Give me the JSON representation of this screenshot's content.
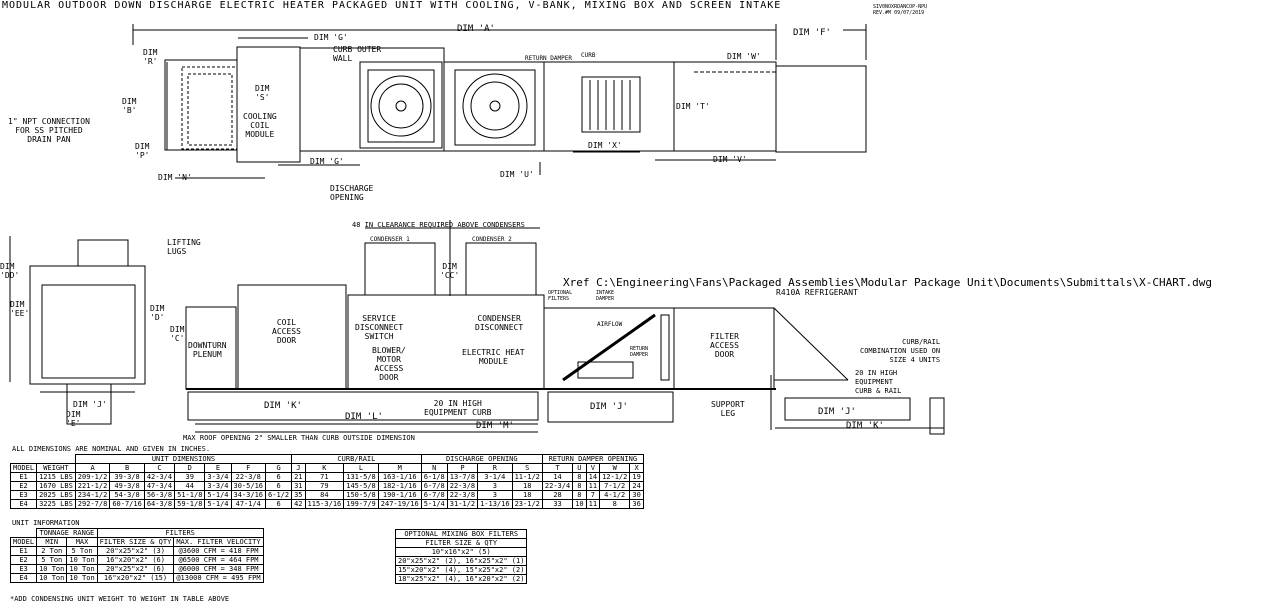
{
  "title": "MODULAR OUTDOOR DOWN DISCHARGE ELECTRIC HEATER PACKAGED UNIT WITH COOLING, V-BANK, MIXING BOX AND SCREEN INTAKE",
  "ref": {
    "line1": "SIV0NOXRDANCOP-NPU",
    "line2": "REV.#M   09/07/2019"
  },
  "top_view": {
    "dim_a": "DIM 'A'",
    "dim_f": "DIM 'F'",
    "dim_g": "DIM 'G'",
    "dim_r": "DIM\n'R'",
    "dim_b": "DIM\n'B'",
    "dim_p": "DIM\n'P'",
    "dim_s": "DIM\n'S'",
    "dim_n": "DIM 'N'",
    "dim_g2": "DIM 'G'",
    "dim_u": "DIM 'U'",
    "dim_t": "DIM 'T'",
    "dim_w": "DIM 'W'",
    "dim_x": "DIM 'X'",
    "dim_v": "DIM 'V'",
    "curb_outer": "CURB OUTER\nWALL",
    "npt": "1\" NPT CONNECTION\nFOR SS PITCHED\nDRAIN PAN",
    "coil_module": "COOLING\nCOIL\nMODULE",
    "discharge": "DISCHARGE\nOPENING",
    "return_damper": "RETURN DAMPER",
    "curb": "CURB"
  },
  "side_view": {
    "clearance": "48 IN CLEARANCE REQUIRED ABOVE CONDENSERS",
    "condenser1": "CONDENSER 1",
    "condenser2": "CONDENSER 2",
    "dim_cc": "DIM\n'CC'",
    "dim_dd": "DIM\n'DD'",
    "dim_ee": "DIM\n'EE'",
    "dim_d": "DIM\n'D'",
    "dim_c": "DIM\n'C'",
    "dim_j": "DIM 'J'",
    "dim_e": "DIM\n'E'",
    "dim_k": "DIM 'K'",
    "dim_l": "DIM 'L'",
    "dim_m": "DIM 'M'",
    "dim_j2": "DIM 'J'",
    "lifting": "LIFTING\nLUGS",
    "downturn": "DOWNTURN\nPLENUM",
    "coil_access": "COIL\nACCESS\nDOOR",
    "service": "SERVICE\nDISCONNECT\nSWITCH",
    "blower": "BLOWER/\nMOTOR\nACCESS\nDOOR",
    "cond_disc": "CONDENSER\nDISCONNECT",
    "elec_heat": "ELECTRIC HEAT\nMODULE",
    "opt_filters": "OPTIONAL\nFILTERS",
    "intake_damper": "INTAKE\nDAMPER",
    "airflow": "AIRFLOW",
    "return_damper2": "RETURN\nDAMPER",
    "refrigerant": "R410A REFRIGERANT",
    "filter_access": "FILTER\nACCESS\nDOOR",
    "curb20": "20 IN HIGH\nEQUIPMENT CURB",
    "support": "SUPPORT\nLEG",
    "curb_rail": "CURB/RAIL\nCOMBINATION USED ON\nSIZE 4 UNITS",
    "curb_rail2": "20 IN HIGH\nEQUIPMENT\nCURB & RAIL",
    "dim_j3": "DIM 'J'",
    "dim_k2": "DIM 'K'",
    "max_roof": "MAX ROOF OPENING 2\" SMALLER THAN CURB OUTSIDE DIMENSION"
  },
  "xref": "Xref C:\\Engineering\\Fans\\Packaged Assemblies\\Modular Package Unit\\Documents\\Submittals\\X-CHART.dwg",
  "dims_note": "ALL DIMENSIONS ARE NOMINAL AND GIVEN IN INCHES.",
  "dims_table": {
    "groups": [
      "UNIT DIMENSIONS",
      "CURB/RAIL",
      "DISCHARGE OPENING",
      "RETURN DAMPER OPENING"
    ],
    "headers": [
      "MODEL",
      "WEIGHT",
      "A",
      "B",
      "C",
      "D",
      "E",
      "F",
      "G",
      "J",
      "K",
      "L",
      "M",
      "N",
      "P",
      "R",
      "S",
      "T",
      "U",
      "V",
      "W",
      "X"
    ],
    "rows": [
      [
        "E1",
        "1215 LBS",
        "209-1/2",
        "39-3/8",
        "42-3/4",
        "39",
        "3-3/4",
        "22-3/8",
        "6",
        "21",
        "71",
        "131-5/8",
        "163-1/16",
        "6-1/8",
        "13-7/8",
        "3-1/4",
        "11-1/2",
        "14",
        "8",
        "14",
        "12-1/2",
        "19"
      ],
      [
        "E2",
        "1670 LBS",
        "221-1/2",
        "49-3/8",
        "47-3/4",
        "44",
        "3-3/4",
        "30-5/16",
        "6",
        "31",
        "79",
        "145-5/8",
        "182-1/16",
        "6-7/8",
        "22-3/8",
        "3",
        "18",
        "22-3/4",
        "8",
        "11",
        "7-1/2",
        "24"
      ],
      [
        "E3",
        "2025 LBS",
        "234-1/2",
        "54-3/8",
        "56-3/8",
        "51-1/8",
        "5-1/4",
        "34-3/16",
        "6-1/2",
        "35",
        "84",
        "150-5/8",
        "190-1/16",
        "6-7/8",
        "22-3/8",
        "3",
        "18",
        "28",
        "8",
        "7",
        "4-1/2",
        "30"
      ],
      [
        "E4",
        "3225 LBS",
        "292-7/8",
        "60-7/16",
        "64-3/8",
        "59-1/8",
        "5-1/4",
        "47-1/4",
        "6",
        "42",
        "115-3/16",
        "199-7/9",
        "247-19/16",
        "5-1/4",
        "31-1/2",
        "1-13/16",
        "23-1/2",
        "33",
        "10",
        "11",
        "8",
        "36"
      ]
    ]
  },
  "unit_info_label": "UNIT INFORMATION",
  "unit_table": {
    "h_tonnage": "TONNAGE RANGE",
    "h_filters": "FILTERS",
    "h_model": "MODEL",
    "h_min": "MIN",
    "h_max": "MAX",
    "h_size": "FILTER SIZE & QTY",
    "h_vel": "MAX. FILTER VELOCITY",
    "rows": [
      [
        "E1",
        "2 Ton",
        "5 Ton",
        "20\"x25\"x2\" (3)",
        "@3600 CFM = 418 FPM"
      ],
      [
        "E2",
        "5 Ton",
        "10 Ton",
        "16\"x20\"x2\" (6)",
        "@6500 CFM = 464 FPM"
      ],
      [
        "E3",
        "10 Ton",
        "10 Ton",
        "20\"x25\"x2\" (6)",
        "@6000 CFM = 348 FPM"
      ],
      [
        "E4",
        "10 Ton",
        "10 Ton",
        "16\"x20\"x2\" (15)",
        "@13000 CFM = 495 FPM"
      ]
    ]
  },
  "mix_table": {
    "h1": "OPTIONAL MIXING BOX FILTERS",
    "h2": "FILTER SIZE & QTY",
    "rows": [
      "10\"x16\"x2\" (5)",
      "20\"x25\"x2\" (2), 16\"x25\"x2\" (1)",
      "15\"x20\"x2\" (4), 15\"x25\"x2\" (2)",
      "18\"x25\"x2\" (4), 16\"x20\"x2\" (2)"
    ]
  },
  "footnote": "*ADD CONDENSING UNIT WEIGHT TO WEIGHT IN TABLE ABOVE"
}
